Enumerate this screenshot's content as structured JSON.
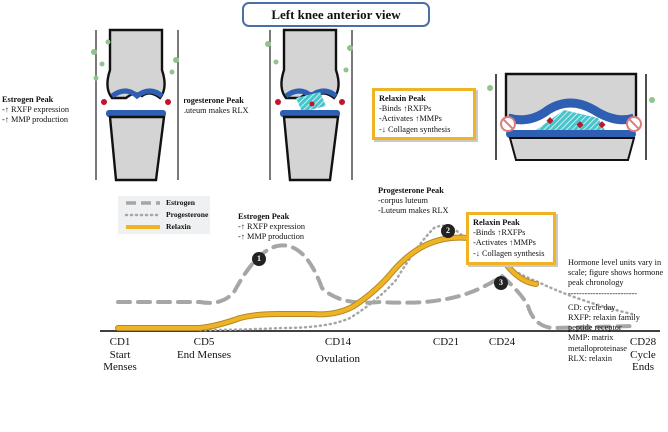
{
  "title": "Left knee anterior view",
  "estrogen_note": {
    "title": "Estrogen Peak",
    "lines": [
      "-↑ RXFP expression",
      "-↑ MMP production"
    ]
  },
  "progesterone_note_top": {
    "title": "Progesterone Peak",
    "lines": [
      "-Luteum makes RLX"
    ]
  },
  "relaxin_box_top": {
    "title": "Relaxin Peak",
    "lines": [
      "-Binds ↑RXFPs",
      "-Activates ↑MMPs",
      "-↓ Collagen synthesis"
    ]
  },
  "legend": {
    "items": [
      "Estrogen",
      "Progesterone",
      "Relaxin"
    ]
  },
  "estrogen_chart_note": {
    "title": "Estrogen Peak",
    "lines": [
      "-↑ RXFP expression",
      "-↑ MMP production"
    ]
  },
  "progesterone_chart_note": {
    "title": "Progesterone Peak",
    "lines": [
      "-corpus luteum",
      "-Luteum makes RLX"
    ]
  },
  "relaxin_chart_box": {
    "title": "Relaxin Peak",
    "lines": [
      "-Binds ↑RXFPs",
      "-Activates ↑MMPs",
      "-↓ Collagen synthesis"
    ]
  },
  "markers": [
    "1",
    "2",
    "3"
  ],
  "axis_labels": [
    {
      "lines": [
        "CD1",
        "Start",
        "Menses"
      ]
    },
    {
      "lines": [
        "CD5",
        "End Menses"
      ]
    },
    {
      "lines": [
        "CD14",
        "",
        "Ovulation"
      ]
    },
    {
      "lines": [
        "CD21"
      ]
    },
    {
      "lines": [
        "CD24"
      ]
    },
    {
      "lines": [
        "CD28",
        "Cycle Ends"
      ]
    }
  ],
  "side_note": "Hormone level units vary in scale; figure shows hormone peak chronology",
  "divider": "-------------------------",
  "abbreviations": [
    "CD: cycle day",
    "RXFP: relaxin family peptide receptor",
    "MMP: matrix metalloproteinase",
    "RLX: relaxin"
  ],
  "colors": {
    "estrogen": "#a6a6a6",
    "progesterone": "#a6a6a6",
    "relaxin": "#f0b323",
    "title_border": "#4a6fa8",
    "femur": "#2f5fb3",
    "cartilage": "#46c6cc",
    "marker": "#c0152b",
    "green": "#8fc58a"
  }
}
